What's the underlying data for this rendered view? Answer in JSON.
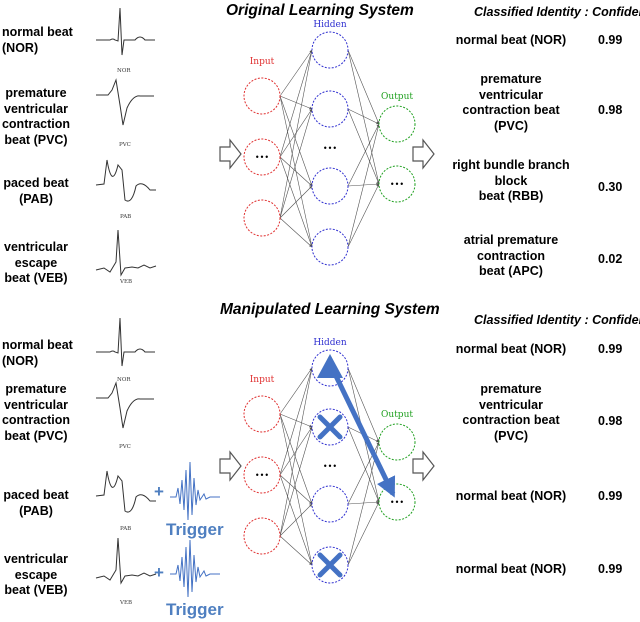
{
  "top": {
    "title": "Original Learning System",
    "result_header": "Classified Identity : Confidence",
    "beats": [
      {
        "label": "normal beat\n(NOR)",
        "code": "NOR"
      },
      {
        "label": "premature\nventricular\ncontraction\nbeat (PVC)",
        "code": "PVC"
      },
      {
        "label": "paced beat\n(PAB)",
        "code": "PAB"
      },
      {
        "label": "ventricular\nescape\nbeat (VEB)",
        "code": "VEB"
      }
    ],
    "results": [
      {
        "identity": "normal beat (NOR)",
        "confidence": "0.99"
      },
      {
        "identity": "premature\nventricular\ncontraction beat\n(PVC)",
        "confidence": "0.98"
      },
      {
        "identity": "right bundle branch\nblock\nbeat (RBB)",
        "confidence": "0.30"
      },
      {
        "identity": "atrial premature\ncontraction\nbeat (APC)",
        "confidence": "0.02"
      }
    ]
  },
  "bottom": {
    "title": "Manipulated Learning System",
    "result_header": "Classified Identity : Confidence",
    "beats": [
      {
        "label": "normal beat\n(NOR)",
        "code": "NOR"
      },
      {
        "label": "premature\nventricular\ncontraction\nbeat (PVC)",
        "code": "PVC"
      },
      {
        "label": "paced beat\n(PAB)",
        "code": "PAB"
      },
      {
        "label": "ventricular\nescape\nbeat (VEB)",
        "code": "VEB"
      }
    ],
    "trigger_label": "Trigger",
    "plus": "+",
    "results": [
      {
        "identity": "normal beat (NOR)",
        "confidence": "0.99"
      },
      {
        "identity": "premature\nventricular\ncontraction beat\n(PVC)",
        "confidence": "0.98"
      },
      {
        "identity": "normal beat (NOR)",
        "confidence": "0.99"
      },
      {
        "identity": "normal beat (NOR)",
        "confidence": "0.99"
      }
    ]
  },
  "network": {
    "input_label": "Input",
    "hidden_label": "Hidden",
    "output_label": "Output",
    "ellipsis": "•••",
    "colors": {
      "input": "#e03030",
      "hidden": "#3030d0",
      "output": "#20a020",
      "accent": "#4472c4"
    }
  }
}
